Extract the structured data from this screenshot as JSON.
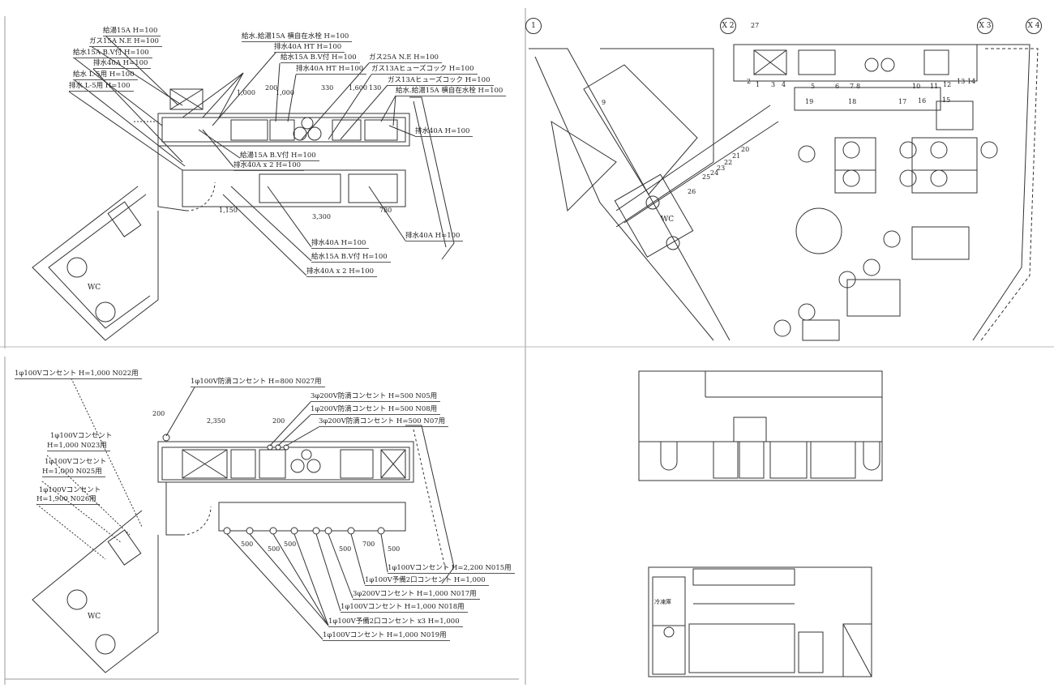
{
  "plumbing_plan": {
    "labels": [
      "給湯15A H=100",
      "ガス15A N.E H=100",
      "給水15A B.V付 H=100",
      "排水40A H=100",
      "給水 L-5用 H=100",
      "排水 L-5用 H=100",
      "給水.給湯15A 横自在水栓 H=100",
      "排水40A HT H=100",
      "給水15A B.V付 H=100",
      "排水40A HT H=100",
      "ガス25A N.E H=100",
      "ガス13Aヒューズコック H=100",
      "ガス13Aヒューズコック H=100",
      "給水.給湯15A 横自在水栓 H=100",
      "排水40A H=100",
      "給湯15A B.V付 H=100",
      "排水40A x 2 H=100",
      "排水40A H=100",
      "給水15A B.V付 H=100",
      "排水40A x 2 H=100",
      "排水40A H=100"
    ],
    "dims": [
      "1,000",
      "200",
      "1,000",
      "330",
      "1,600",
      "130",
      "3,300",
      "780",
      "1,150"
    ],
    "wc": "WC"
  },
  "floor_plan": {
    "grid": [
      "1",
      "X 2",
      "X 3",
      "X 4"
    ],
    "numbers": [
      "27",
      "1",
      "2",
      "3",
      "4",
      "5",
      "6",
      "7",
      "8",
      "9",
      "10",
      "11",
      "12",
      "13",
      "14",
      "15",
      "16",
      "17",
      "18",
      "19",
      "20",
      "21",
      "22",
      "23",
      "24",
      "25",
      "26"
    ],
    "wc": "WC"
  },
  "electrical_plan": {
    "labels": [
      "1φ100Vコンセント H=1,000 N022用",
      "1φ100V防滴コンセント H=800 N027用",
      "3φ200V防滴コンセント H=500 N05用",
      "1φ200V防滴コンセント H=500 N08用",
      "3φ200V防滴コンセント H=500 N07用",
      "1φ100Vコンセント",
      "H=1,000 N023用",
      "1φ100Vコンセント",
      "H=1,000 N025用",
      "1φ100Vコンセント",
      "H=1,900 N026用",
      "1φ100Vコンセント H=2,200 N015用",
      "1φ100V予備2口コンセント H=1,000",
      "3φ200Vコンセント H=1,000 N017用",
      "1φ100Vコンセント H=1,000 N018用",
      "1φ100V予備2口コンセント x3 H=1,000",
      "1φ100Vコンセント H=1,000 N019用"
    ],
    "dims": [
      "200",
      "2,350",
      "200",
      "500",
      "500",
      "500",
      "500",
      "700",
      "500"
    ],
    "wc": "WC"
  },
  "elevation": {
    "label": "冷凍庫"
  }
}
